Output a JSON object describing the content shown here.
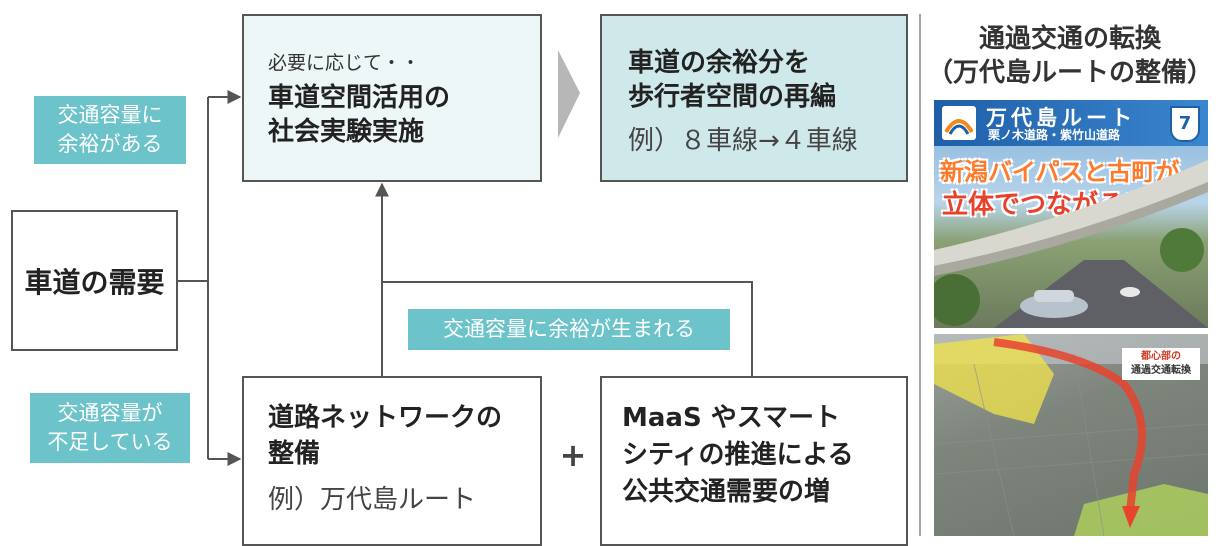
{
  "tags": {
    "surplus": [
      "交通容量に",
      "余裕がある"
    ],
    "shortage": [
      "交通容量が",
      "不足している"
    ],
    "created": "交通容量に余裕が生まれる"
  },
  "boxes": {
    "demand": "車道の需要",
    "experiment": {
      "small": "必要に応じて・・",
      "lines": [
        "車道空間活用の",
        "社会実験実施"
      ]
    },
    "reorg": {
      "lines": [
        "車道の余裕分を",
        "歩行者空間の再編"
      ],
      "example": "例）８車線→４車線"
    },
    "network": {
      "lines": [
        "道路ネットワークの",
        "整備"
      ],
      "example": "例）万代島ルート"
    },
    "maas": {
      "lines": [
        "MaaS やスマート",
        "シティの推進による",
        "公共交通需要の増"
      ]
    },
    "plus": "+"
  },
  "panel": {
    "title": [
      "通過交通の転換",
      "（万代島ルートの整備）"
    ],
    "photo1": {
      "brand": "万代島ルート",
      "road_names": "栗ノ木道路・紫竹山道路",
      "route_number": "7",
      "headline1": "新潟バイパスと古町が",
      "headline2": "立体でつながる!"
    },
    "photo2": {
      "label": [
        "都心部の",
        "通過交通転換"
      ]
    }
  },
  "colors": {
    "tag": "#6cc3c9",
    "light_box": "#eef7f8",
    "reorg_box": "#cfe9eb",
    "line": "#555555",
    "chevron": "#b7b7b7"
  }
}
